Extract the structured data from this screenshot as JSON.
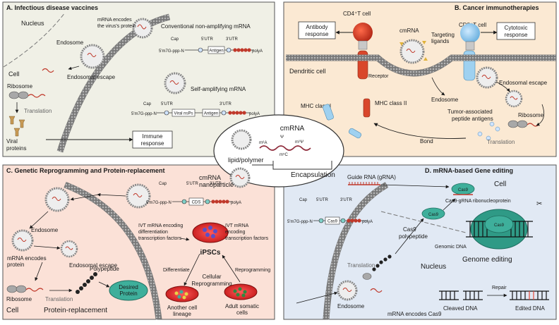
{
  "panels": {
    "a": {
      "title": "A. Infectious disease vaccines"
    },
    "b": {
      "title": "B. Cancer immunotherapies"
    },
    "c": {
      "title": "C. Genetic Reprogramming and Protein-replacement"
    },
    "d": {
      "title": "D. mRNA-based Gene editing"
    }
  },
  "a": {
    "nucleus": "Nucleus",
    "mrna_encodes": "mRNA encodes",
    "virus_protein": "the virus's protein",
    "endosome": "Endosome",
    "endosomal_escape": "Endosomal escape",
    "cell": "Cell",
    "ribosome": "Ribosome",
    "translation": "Translation",
    "viral": "Viral",
    "proteins": "proteins",
    "immune": "Immune",
    "response": "response",
    "conventional": "Conventional non-amplifying mRNA",
    "self_amplifying": "Self-amplifying mRNA",
    "cap": "Cap",
    "utr5": "5'UTR",
    "utr3": "3'UTR",
    "backbone": "5'm7G-ppp-N",
    "antigen": "Antigen",
    "viral_nsps": "Viral nsPs",
    "polya": "polyA"
  },
  "b": {
    "cd4": "CD4⁺T cell",
    "antibody": "Antibody",
    "antibody_response": "response",
    "cmrna": "cmRNA",
    "targeting": "Targeting",
    "ligands": "ligands",
    "cd8": "CD8⁺T cell",
    "cytotoxic": "Cytotoxic",
    "cytotoxic_response": "response",
    "receptor": "Receptor",
    "dendritic": "Dendritic cell",
    "endosomal_escape": "Endosomal escape",
    "mhc1": "MHC class I",
    "mhc2": "MHC class II",
    "endosome": "Endosome",
    "tumor": "Tumor-associated",
    "peptide": "peptide antigens",
    "ribosome": "Ribosome",
    "bond": "Bond",
    "translation": "Translation"
  },
  "center": {
    "cmrna": "cmRNA",
    "lipid": "lipid/polymer",
    "encapsulation": "Encapsulation",
    "nanoparticle_1": "cmRNA",
    "nanoparticle_2": "nanoparticle",
    "m6a": "m⁶A",
    "psi": "Ψ",
    "m1psi": "m¹Ψ",
    "m5c": "m⁵C"
  },
  "c": {
    "cap": "Cap",
    "utr5": "5'UTR",
    "utr3": "3'UTR",
    "backbone": "5'm7G-ppp-N",
    "cds": "CDS",
    "polya": "polyA",
    "endosome": "Endosome",
    "mrna_encodes": "mRNA encodes",
    "protein": "protein",
    "endosomal_escape": "Endosomal escape",
    "ivt_diff_1": "IVT mRNA encoding",
    "ivt_diff_2": "differentiation",
    "ivt_diff_3": "transcription factors",
    "ipscs": "iPSCs",
    "ivt_enc_1": "IVT mRNA",
    "ivt_enc_2": "encoding",
    "ivt_enc_3": "transcription factors",
    "differentiate": "Differentiate",
    "reprogramming": "Reprogramming",
    "cellular": "Cellular",
    "reprogramming2": "Reprogramming",
    "polypeptide": "Polypeptide",
    "ribosome": "Ribosome",
    "translation": "Translation",
    "desired_1": "Desired",
    "desired_2": "Protein",
    "cell": "Cell",
    "protein_replacement": "Protein-replacement",
    "another_1": "Another cell",
    "another_2": "lineage",
    "adult_1": "Adult somatic",
    "adult_2": "cells"
  },
  "d": {
    "guide": "Guide RNA (gRNA)",
    "cap": "Cap",
    "utr5": "5'UTR",
    "utr3": "3'UTR",
    "backbone": "5'm7G-ppp-N",
    "cas9": "Cas9",
    "polya": "polyA",
    "cell": "Cell",
    "rnp": "Cas9-gRNA ribonucleoprotein",
    "cas9_1": "Cas9",
    "cas9_2": "polypeptide",
    "genomic": "Genomic DNA",
    "translation": "Translation",
    "nucleus": "Nucleus",
    "genome_editing": "Genome editing",
    "repair": "Repair",
    "endosome": "Endosome",
    "cleaved": "Cleaved DNA",
    "edited": "Edited DNA",
    "mrna_cas9": "mRNA encodes Cas9"
  },
  "colors": {
    "panel_a": "#f0f0e6",
    "panel_b": "#fbe9d3",
    "panel_c": "#fbe1d7",
    "panel_d": "#e1e9f4",
    "mrna": "#c0392b",
    "teal": "#2aa090",
    "lipid": "#9a9a9a"
  }
}
